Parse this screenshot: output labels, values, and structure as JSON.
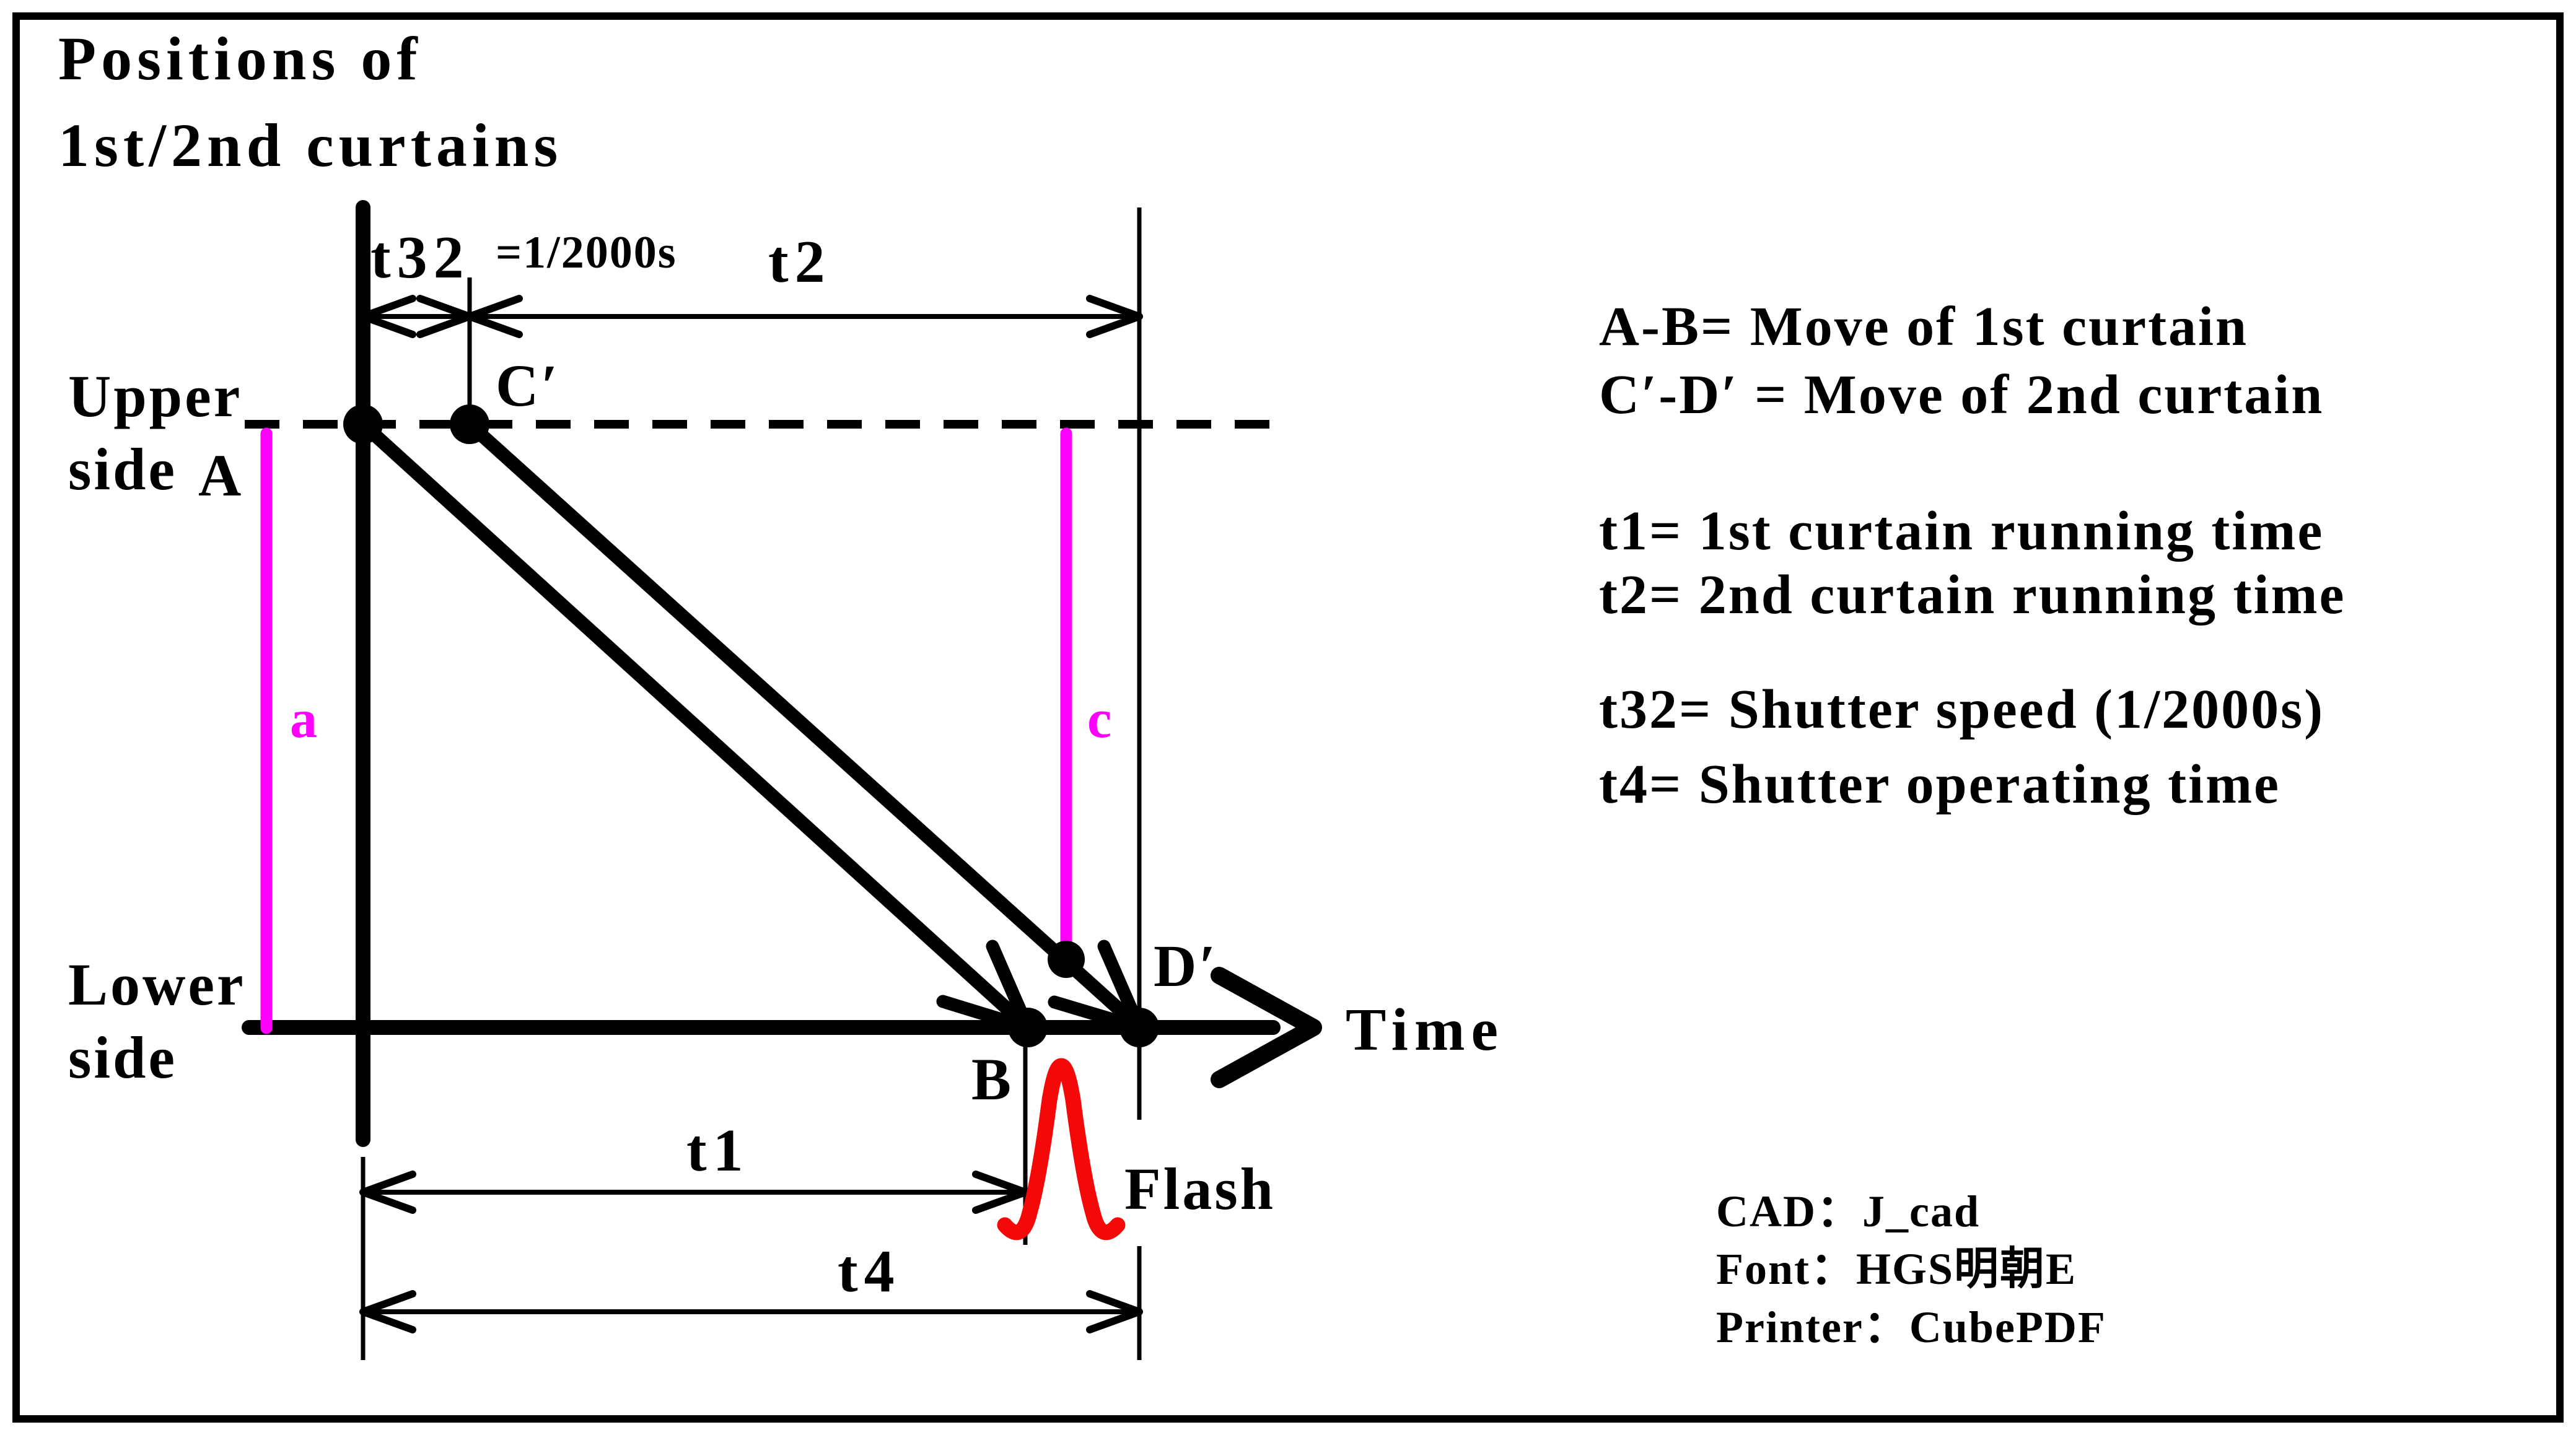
{
  "colors": {
    "line": "#000000",
    "curtain_marker": "#ff00ff",
    "flash": "#f50808",
    "background": "#ffffff"
  },
  "title": {
    "line1": "Positions of",
    "line2": "1st/2nd curtains"
  },
  "axis_labels": {
    "upper_line1": "Upper",
    "upper_line2": "side",
    "lower_line1": "Lower",
    "lower_line2": "side",
    "time": "Time"
  },
  "points": {
    "a_start": "A",
    "b_end": "B",
    "c_start": "C′",
    "d_end": "D′"
  },
  "curtain_markers": {
    "first": "a",
    "second": "c"
  },
  "dimensions": {
    "t32": "t32",
    "t32_value": "=1/2000s",
    "t2": "t2",
    "t1": "t1",
    "t4": "t4"
  },
  "flash": {
    "label": "Flash"
  },
  "legend": {
    "line1": "A-B= Move of 1st curtain",
    "line2": "C′-D′ = Move of 2nd curtain",
    "line3": "t1= 1st curtain running time",
    "line4": "t2= 2nd curtain running time",
    "line5": "t32= Shutter speed (1/2000s)",
    "line6": "t4= Shutter operating time"
  },
  "credits": {
    "cad": "CAD：J_cad",
    "font": "Font：HGS明朝E",
    "printer": "Printer：CubePDF"
  }
}
